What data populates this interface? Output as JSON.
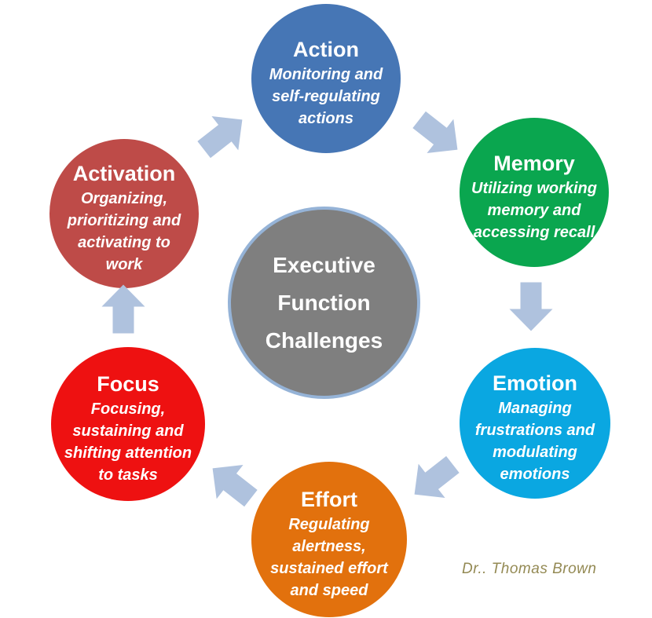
{
  "diagram": {
    "background_color": "#ffffff",
    "center": {
      "title": "Executive\nFunction\nChallenges",
      "fill_color": "#7F7F7F",
      "ring_color": "#95B3D7",
      "text_color": "#ffffff"
    },
    "nodes": [
      {
        "id": "action",
        "label": "Action",
        "description": "Monitoring and\nself-regulating\nactions",
        "color": "#4676B5"
      },
      {
        "id": "memory",
        "label": "Memory",
        "description": "Utilizing working\nmemory and\naccessing recall",
        "color": "#0AA64F"
      },
      {
        "id": "emotion",
        "label": "Emotion",
        "description": "Managing\nfrustrations and\nmodulating\nemotions",
        "color": "#0AA7E1"
      },
      {
        "id": "effort",
        "label": "Effort",
        "description": "Regulating\nalertness,\nsustained effort\nand speed",
        "color": "#E2710D"
      },
      {
        "id": "focus",
        "label": "Focus",
        "description": "Focusing,\nsustaining and\nshifting attention\nto tasks",
        "color": "#EE1111"
      },
      {
        "id": "activation",
        "label": "Activation",
        "description": "Organizing,\nprioritizing and\nactivating to\nwork",
        "color": "#BE4B48"
      }
    ],
    "arrows": {
      "color": "#AFC2DE",
      "items": [
        {
          "id": "activation-to-action",
          "direction": "up-right"
        },
        {
          "id": "action-to-memory",
          "direction": "down-right"
        },
        {
          "id": "memory-to-emotion",
          "direction": "down"
        },
        {
          "id": "emotion-to-effort",
          "direction": "down-left"
        },
        {
          "id": "effort-to-focus",
          "direction": "up-left"
        },
        {
          "id": "focus-to-activation",
          "direction": "up"
        }
      ]
    },
    "attribution": "Dr..  Thomas Brown"
  }
}
